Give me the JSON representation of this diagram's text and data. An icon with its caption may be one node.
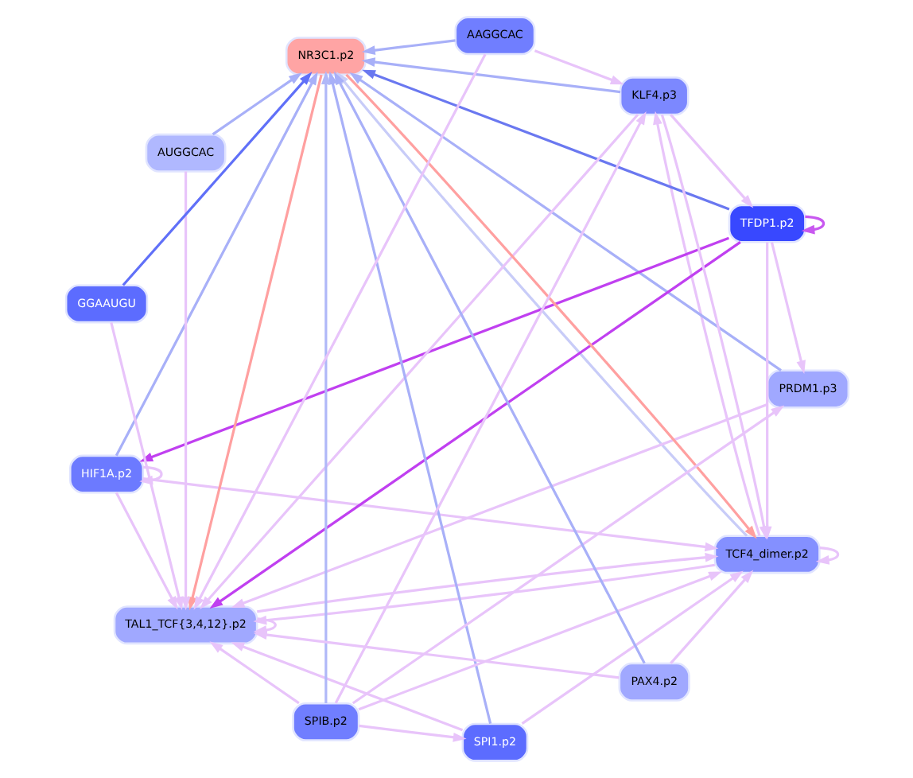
{
  "diagram": {
    "nodes": [
      {
        "text": [
          "TCF4_dimer.p2"
        ]
      },
      {
        "text": [
          "HIF1A.p2"
        ]
      },
      {
        "text": [
          "PRDM1.p3"
        ]
      },
      {
        "text": [
          "TFDP1.p2"
        ]
      },
      {
        "text": [
          "KLF4.p3"
        ]
      },
      {
        "text": [
          "TAL1_TCF{3,4,12}.p2"
        ]
      },
      {
        "text": [
          "NR3C1.p2"
        ]
      },
      {
        "text": [
          "SPI1.p2"
        ]
      },
      {
        "text": [
          "AUGGCAC"
        ]
      },
      {
        "text": [
          "SPIB.p2"
        ]
      },
      {
        "text": [
          "PAX4.p2"
        ]
      },
      {
        "text": [
          "GGAAUGU"
        ]
      },
      {
        "text": [
          "AAGGCAC"
        ]
      }
    ],
    "edges": [
      {
        "from": 0,
        "to": 0,
        "arrow": "to"
      },
      {
        "from": 1,
        "to": 1,
        "arrow": "to"
      },
      {
        "from": 1,
        "to": 0,
        "arrow": "to"
      },
      {
        "from": 3,
        "to": 3,
        "arrow": "to",
        "color": "#c858f0"
      },
      {
        "from": 3,
        "to": 1,
        "arrow": "to",
        "color": "#c040f0"
      },
      {
        "from": 3,
        "to": 5,
        "arrow": "to",
        "color": "#c040f0"
      },
      {
        "from": 5,
        "to": 5,
        "arrow": "to"
      },
      {
        "from": 3,
        "to": 2,
        "arrow": "to"
      },
      {
        "from": 3,
        "to": 0,
        "arrow": "to"
      },
      {
        "from": 0,
        "to": 5,
        "arrow": "to"
      },
      {
        "from": 1,
        "to": 5,
        "arrow": "to"
      },
      {
        "from": 2,
        "to": 5,
        "arrow": "to"
      },
      {
        "from": 4,
        "to": 5,
        "arrow": "to"
      },
      {
        "from": 4,
        "to": 3,
        "arrow": "to"
      },
      {
        "from": 4,
        "to": 0,
        "arrow": "to"
      },
      {
        "from": 0,
        "to": 4,
        "arrow": "to"
      },
      {
        "from": 5,
        "to": 0,
        "arrow": "to"
      },
      {
        "from": 6,
        "to": 0,
        "arrow": "to",
        "color": "#ffa0a0"
      },
      {
        "from": 6,
        "to": 5,
        "arrow": "to",
        "color": "#ffa0a0"
      },
      {
        "from": 0,
        "to": 6,
        "arrow": "to",
        "color": "#c8ccf8"
      },
      {
        "from": 1,
        "to": 6,
        "arrow": "to",
        "color": "#a8b0f8"
      },
      {
        "from": 2,
        "to": 6,
        "arrow": "to",
        "color": "#a8b0f8"
      },
      {
        "from": 3,
        "to": 6,
        "arrow": "to",
        "color": "#6a78f0"
      },
      {
        "from": 4,
        "to": 6,
        "arrow": "to",
        "color": "#a8b0f8"
      },
      {
        "from": 7,
        "to": 6,
        "arrow": "to",
        "color": "#a8b0f8"
      },
      {
        "from": 8,
        "to": 6,
        "arrow": "to",
        "color": "#a8b0f8"
      },
      {
        "from": 9,
        "to": 6,
        "arrow": "to",
        "color": "#b0b8f8"
      },
      {
        "from": 10,
        "to": 6,
        "arrow": "to",
        "color": "#a8b0f8"
      },
      {
        "from": 11,
        "to": 6,
        "arrow": "to",
        "color": "#6070f8"
      },
      {
        "from": 12,
        "to": 6,
        "arrow": "to",
        "color": "#a8b0f8"
      },
      {
        "from": 7,
        "to": 0,
        "arrow": "to"
      },
      {
        "from": 7,
        "to": 5,
        "arrow": "to"
      },
      {
        "from": 9,
        "to": 0,
        "arrow": "to"
      },
      {
        "from": 9,
        "to": 4,
        "arrow": "to"
      },
      {
        "from": 9,
        "to": 2,
        "arrow": "to"
      },
      {
        "from": 9,
        "to": 7,
        "arrow": "to"
      },
      {
        "from": 9,
        "to": 5,
        "arrow": "to"
      },
      {
        "from": 8,
        "to": 5,
        "arrow": "to"
      },
      {
        "from": 10,
        "to": 5,
        "arrow": "to"
      },
      {
        "from": 10,
        "to": 0,
        "arrow": "to"
      },
      {
        "from": 11,
        "to": 5,
        "arrow": "to"
      },
      {
        "from": 12,
        "to": 5,
        "arrow": "to"
      },
      {
        "from": 12,
        "to": 4,
        "arrow": "to"
      }
    ]
  }
}
